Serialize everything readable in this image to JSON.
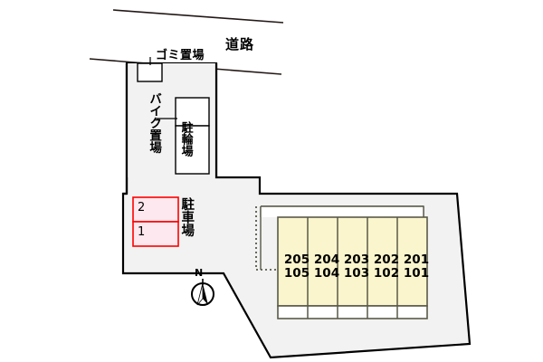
{
  "diagram": {
    "title": "apartment-site-plan",
    "colors": {
      "site_fill": "#F2F2F2",
      "site_stroke": "#000000",
      "building_fill": "#FAF5CC",
      "building_stroke": "#595949",
      "parking_fill": "#FCE8EE",
      "parking_stroke": "#FF0000",
      "road_line": "#231815",
      "white_fill": "#FFFFFF"
    }
  },
  "labels": {
    "road": "道路",
    "garbage_area": "ゴミ置場",
    "bike_area": "バイク置場",
    "bicycle_area": "駐輪場",
    "car_park": "駐車場",
    "north": "N"
  },
  "parking": {
    "stalls": [
      {
        "number": "2"
      },
      {
        "number": "1"
      }
    ]
  },
  "building": {
    "units": [
      {
        "upper": "205",
        "lower": "105"
      },
      {
        "upper": "204",
        "lower": "104"
      },
      {
        "upper": "203",
        "lower": "103"
      },
      {
        "upper": "202",
        "lower": "102"
      },
      {
        "upper": "201",
        "lower": "101"
      }
    ]
  }
}
